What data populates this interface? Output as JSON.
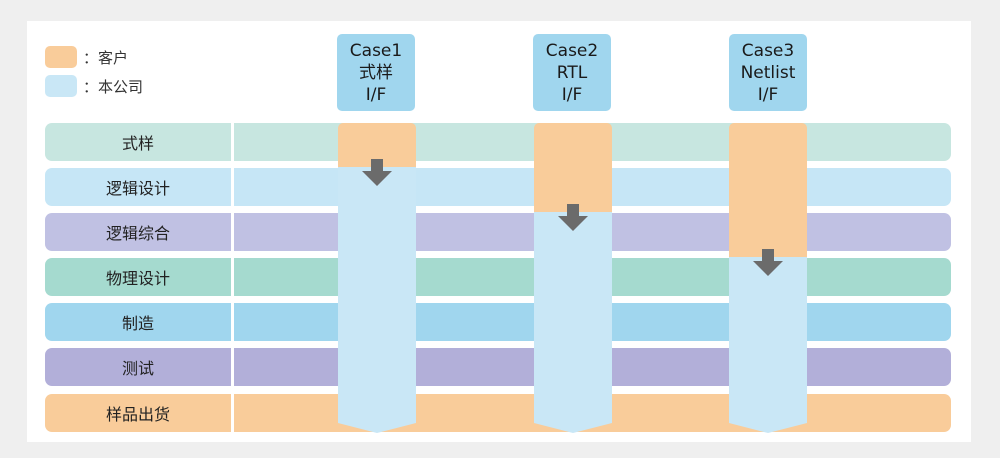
{
  "legend": [
    {
      "label": "：客户",
      "color": "#f9cc9a"
    },
    {
      "label": "：本公司",
      "color": "#c9e7f6"
    }
  ],
  "stages": [
    {
      "label": "式样",
      "color": "#c7e6e0"
    },
    {
      "label": "逻辑设计",
      "color": "#c6e6f6"
    },
    {
      "label": "逻辑综合",
      "color": "#c0c1e3"
    },
    {
      "label": "物理设计",
      "color": "#a5dacf"
    },
    {
      "label": "制造",
      "color": "#a0d6ee"
    },
    {
      "label": "测试",
      "color": "#b2afd9"
    },
    {
      "label": "样品出货",
      "color": "#f9cc9a"
    }
  ],
  "cases": [
    {
      "lines": [
        "Case1",
        "式样",
        "I/F"
      ],
      "handoff_after_stage": 1
    },
    {
      "lines": [
        "Case2",
        "RTL",
        "I/F"
      ],
      "handoff_after_stage": 2
    },
    {
      "lines": [
        "Case3",
        "Netlist",
        "I/F"
      ],
      "handoff_after_stage": 3
    }
  ],
  "colors": {
    "customer": "#f9cc9a",
    "company": "#c9e7f6",
    "header": "#a0d6ee",
    "arrow": "#6b6b6b"
  }
}
